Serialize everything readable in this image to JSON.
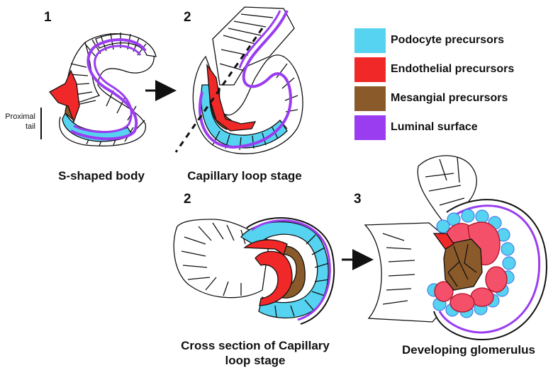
{
  "panels": {
    "s_shaped": {
      "number": "1",
      "caption": "S-shaped body",
      "tail_label_line1": "Proximal",
      "tail_label_line2": "tail"
    },
    "capillary_loop": {
      "number": "2",
      "caption": "Capillary loop stage"
    },
    "cross_section": {
      "number": "2",
      "caption_line1": "Cross section of Capillary",
      "caption_line2": "loop stage"
    },
    "glomerulus": {
      "number": "3",
      "caption": "Developing glomerulus"
    }
  },
  "legend": [
    {
      "label": "Podocyte precursors",
      "color": "#55d3f0"
    },
    {
      "label": "Endothelial precursors",
      "color": "#f02828"
    },
    {
      "label": "Mesangial precursors",
      "color": "#8b5a2b"
    },
    {
      "label": "Luminal surface",
      "color": "#9a3df0"
    }
  ],
  "colors": {
    "podocyte": "#55d3f0",
    "endothelial": "#f02828",
    "endothelial_light": "#f5506a",
    "mesangial": "#8b5a2b",
    "luminal": "#9a3df0",
    "outline": "#111111"
  },
  "icons": [
    "right-arrow-icon",
    "right-arrow-icon",
    "right-arrow-icon"
  ]
}
